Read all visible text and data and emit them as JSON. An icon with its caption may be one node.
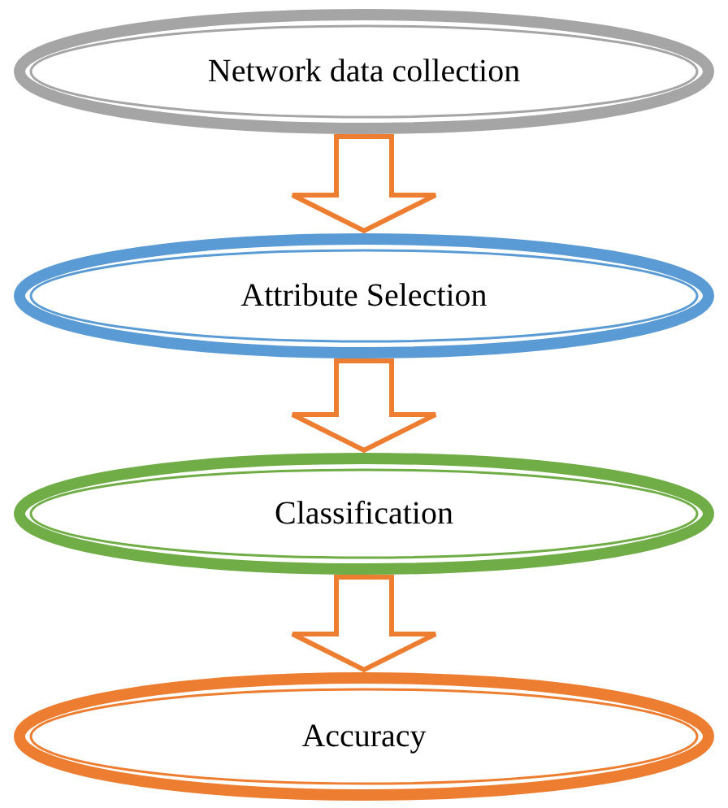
{
  "diagram": {
    "nodes": [
      {
        "text": [
          "Network data collection"
        ]
      },
      {
        "text": [
          "Attribute Selection"
        ]
      },
      {
        "text": [
          "Classification"
        ]
      },
      {
        "text": [
          "Accuracy"
        ]
      }
    ],
    "edges": [
      {
        "from": 0,
        "to": 1,
        "arrow": "to"
      },
      {
        "from": 1,
        "to": 2,
        "arrow": "to"
      },
      {
        "from": 2,
        "to": 3,
        "arrow": "to"
      }
    ]
  }
}
